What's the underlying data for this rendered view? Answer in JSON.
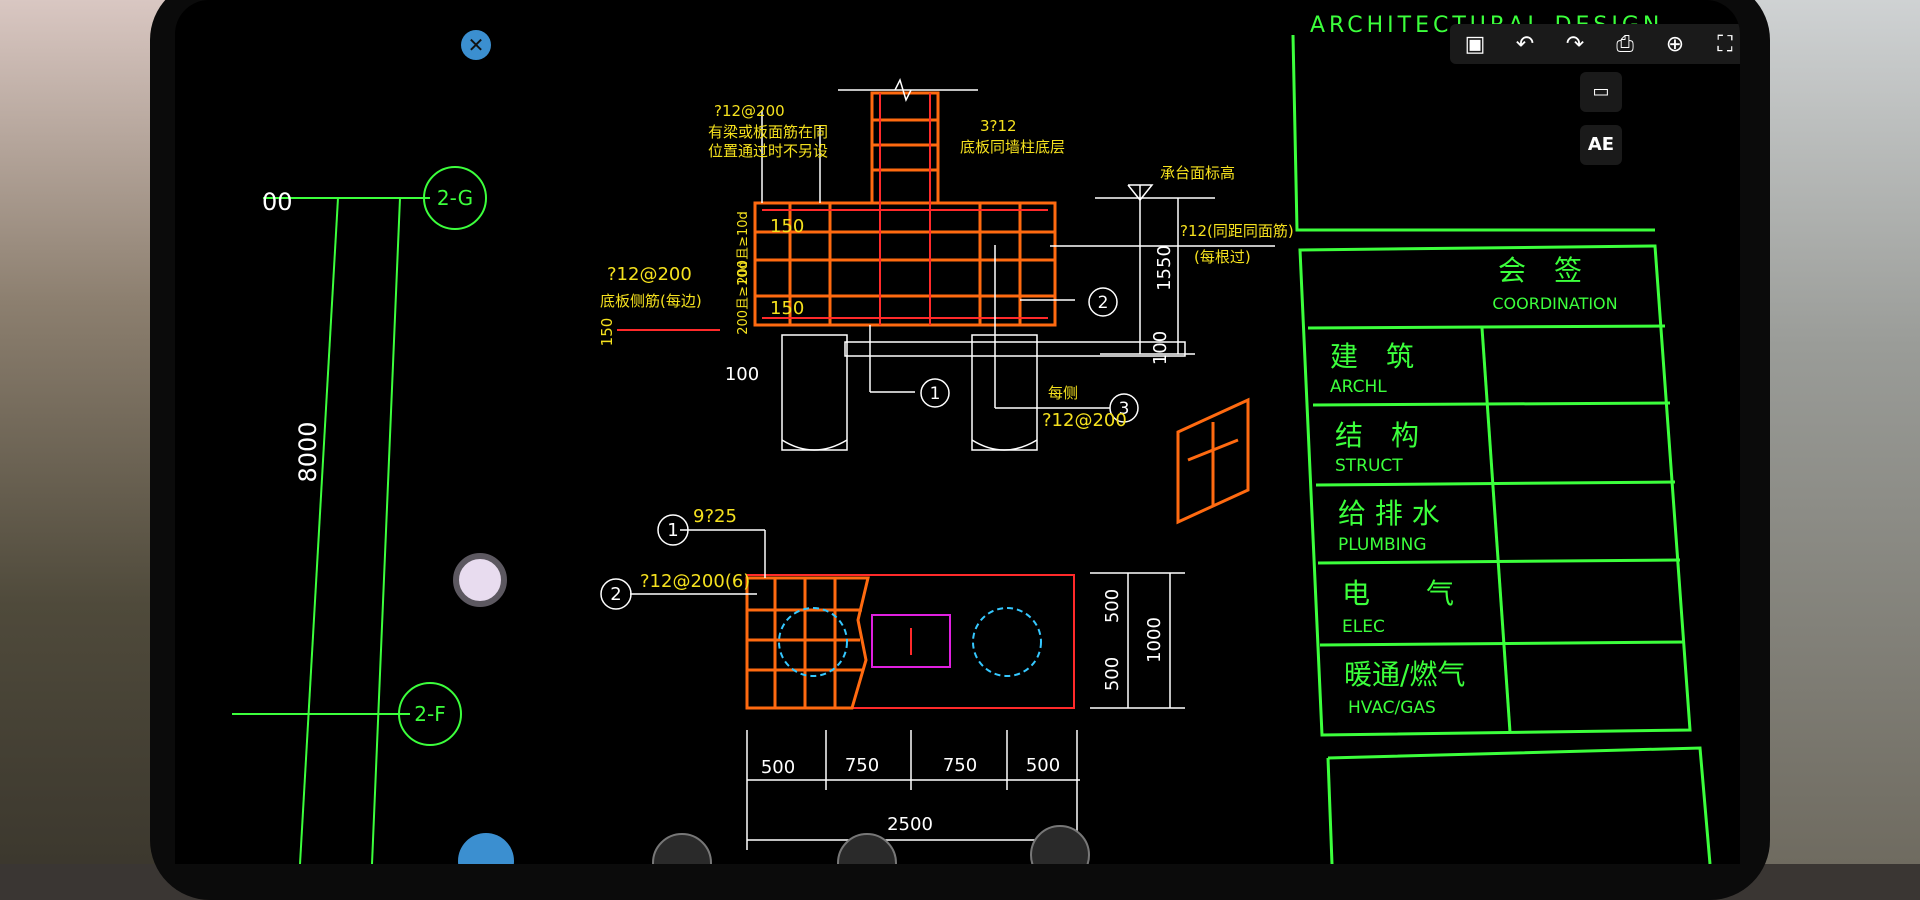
{
  "toolbar": {
    "icons": [
      "save-icon",
      "undo-icon",
      "redo-icon",
      "print-icon",
      "zoom-icon",
      "fullscreen-icon",
      "more-icon"
    ],
    "glyphs": [
      "▣",
      "↶",
      "↷",
      "⎙",
      "⊕",
      "⛶",
      "•••"
    ]
  },
  "side_buttons": {
    "comment_glyph": "▭",
    "text_label": "AE"
  },
  "close_glyph": "✕",
  "drawing": {
    "header_fragment": "ARCHITECTURAL DESIGN",
    "axis_labels": {
      "top": "2-G",
      "bottom": "2-F",
      "top_left_dim": "00",
      "vertical_dim": "8000"
    },
    "section": {
      "top_label_1": "?12@200",
      "top_label_2": "有梁或板面筋在同",
      "top_label_3": "位置通过时不另设",
      "col_label_1": "3?12",
      "col_label_2": "底板同墙柱底层",
      "dim_150_top": "150",
      "dim_150_bot": "150",
      "dim_200a": "200且≥10d",
      "dim_200b": "200且≥10d",
      "side_label_1": "?12@200",
      "side_label_2": "底板侧筋(每边)",
      "dim_side_150": "150",
      "elev_label": "承台面标高",
      "right_label_1": "?12(同距同面筋)",
      "right_label_2": "(每根过)",
      "dim_1550": "1550",
      "dim_100_right": "100",
      "dim_100_left": "100",
      "marker_1": "1",
      "marker_2": "2",
      "marker_3": "3",
      "each_side": "每侧",
      "each_side_spec": "?12@200"
    },
    "plan": {
      "marker_1": "1",
      "marker_2": "2",
      "label_1": "9?25",
      "label_2": "?12@200(6)",
      "dim_500_top": "500",
      "dim_500_bot": "500",
      "dim_1000": "1000",
      "bottom_dims": [
        "500",
        "750",
        "750",
        "500"
      ],
      "total_dim": "2500"
    },
    "coordination": {
      "title_cn": "会　签",
      "title_en": "COORDINATION",
      "rows": [
        {
          "cn": "建　筑",
          "en": "ARCHL"
        },
        {
          "cn": "结　构",
          "en": "STRUCT"
        },
        {
          "cn": "给 排 水",
          "en": "PLUMBING"
        },
        {
          "cn": "电　　气",
          "en": "ELEC"
        },
        {
          "cn": "暖通/燃气",
          "en": "HVAC/GAS"
        }
      ]
    }
  },
  "colors": {
    "green": "#3cff3c",
    "yellow": "#f5e11e",
    "orange": "#ff6a10",
    "red": "#ff2a2a",
    "white": "#ffffff",
    "magenta": "#e020e0",
    "cyan": "#35c8ff"
  }
}
